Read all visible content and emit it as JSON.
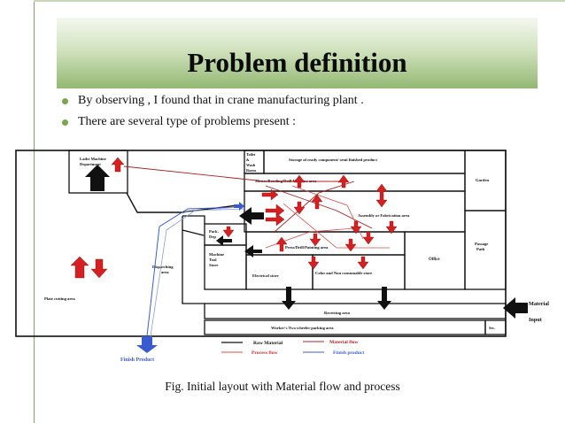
{
  "slide": {
    "title": "Problem definition",
    "bullets": [
      "By observing , I found that in crane manufacturing plant .",
      "There are several type of problems present :"
    ],
    "caption": "Fig. Initial layout with Material flow and process"
  },
  "diagram": {
    "rooms": {
      "lathe": [
        "Lathe Machine",
        "Department"
      ],
      "toilet": [
        "Toilet",
        "&",
        "Wash",
        "Room"
      ],
      "storage": "Storage of ready component/ semi finished product",
      "garden": "Garden",
      "shears": "Shears/Bending/Drill Machine area",
      "assembly": "Assembly or Fabrication area",
      "pack": [
        "Pack.",
        "Dep"
      ],
      "machine_tool": [
        "Machine",
        "Tool",
        "Store"
      ],
      "press": "Press/Drill/Painting area",
      "office": "Office",
      "passage": [
        "Passage",
        "Path"
      ],
      "dispatching": [
        "Dispatching",
        "area"
      ],
      "electrical": "Electrical store",
      "color": "Color and Non consumable store",
      "plate": "Plate cutting area",
      "receiving": "Receiving area",
      "parking": "Worker's Two wheeler parking area",
      "sec": "Sec."
    },
    "labels": {
      "material_input": [
        "Material",
        "Input"
      ],
      "finish_product": "Finish Product"
    },
    "legend": {
      "raw_material": "Raw Material",
      "material_flow": "Material flow",
      "process_flow": "Process flow",
      "finish_product": "Finish product"
    },
    "colors": {
      "raw": "#111111",
      "material": "#b02020",
      "process": "#e04a4a",
      "finish": "#3a5bd0",
      "arrow_red": "#d42020",
      "arrow_blue": "#3a5bd0"
    }
  }
}
